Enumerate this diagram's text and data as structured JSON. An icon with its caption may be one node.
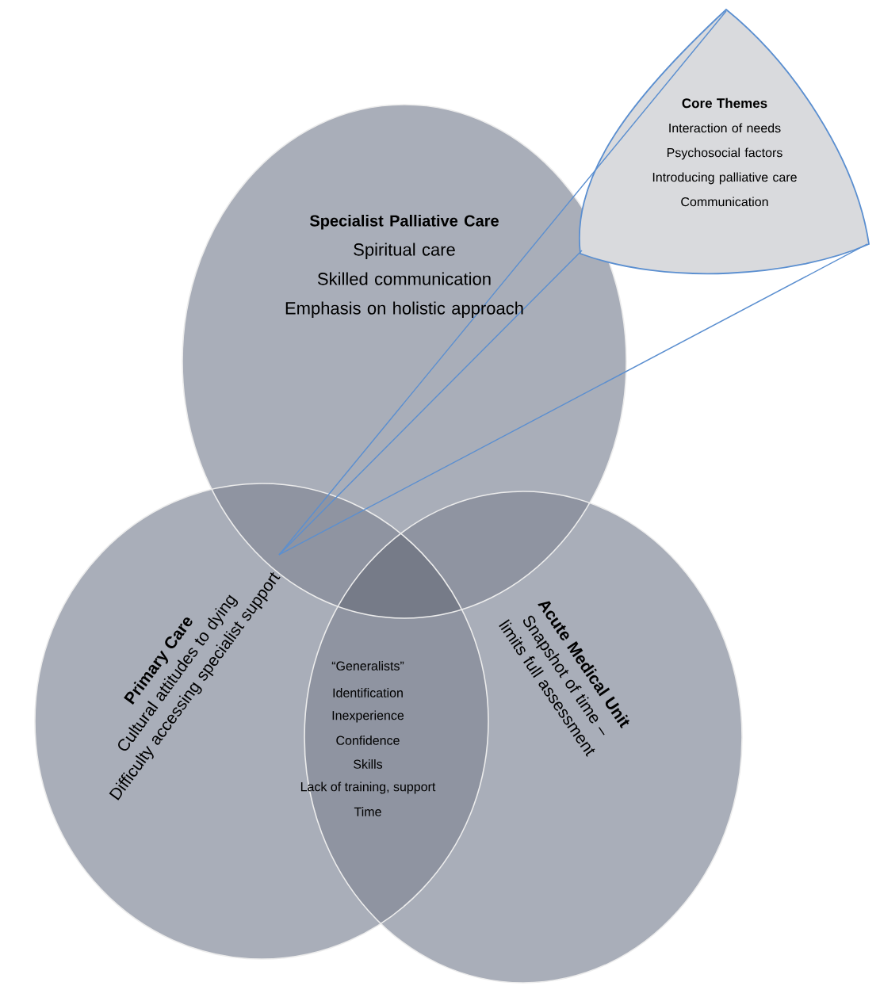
{
  "diagram": {
    "nodes": [
      {
        "text": [
          "Specialist Palliative Care",
          "Spiritual care",
          "Skilled communication",
          "Emphasis on holistic approach"
        ]
      },
      {
        "text": [
          "Core Themes",
          "Interaction of needs",
          "Psychosocial factors",
          "Introducing palliative care",
          "Communication"
        ]
      },
      {
        "text": [
          "Primary Care",
          "Cultural attitudes to dying",
          "Difficulty accessing specialist support"
        ]
      },
      {
        "text": [
          "Acute Medical Unit",
          "Snapshot of time – limits full assessment"
        ]
      }
    ],
    "edges": [
      {
        "from": 1,
        "to": 2,
        "arrow": "none",
        "color": "#5b8fd0"
      },
      {
        "from": 1,
        "to": 2,
        "arrow": "none",
        "color": "#5b8fd0"
      },
      {
        "from": 1,
        "to": 2,
        "arrow": "none",
        "color": "#5b8fd0"
      }
    ],
    "labels": [
      "“Generalists”",
      "Identification",
      "Inexperience",
      "Confidence",
      "Skills",
      "Lack of training, support",
      "Time"
    ]
  }
}
